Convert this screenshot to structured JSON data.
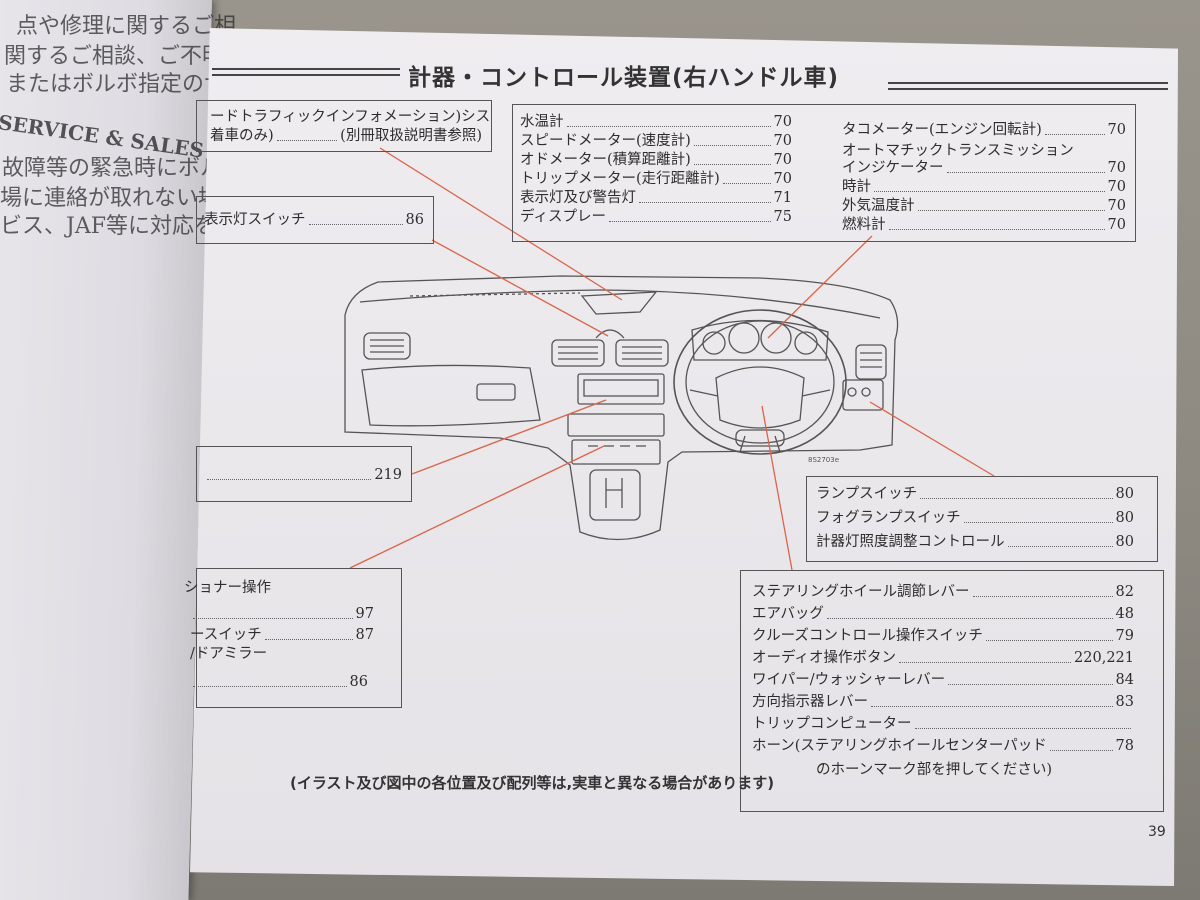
{
  "left_page": {
    "lines": [
      "点や修理に関するご相",
      "関するご相談、ご不明",
      "またはボルボ指定のサービス"
    ],
    "english_line": "SERVICE & SALES NETWO",
    "lines_2": [
      "故障等の緊急時にボル",
      "場に連絡が取れない場合",
      "ビス、JAF等に対応を依頼"
    ]
  },
  "header": {
    "title": "計器・コントロール装置(右ハンドル車)"
  },
  "callouts": {
    "traffic_info": {
      "line1": "ードトラフィックインフォメーション)シス",
      "line2_label": "着車のみ)",
      "line2_ref": "(別冊取扱説明書参照)"
    },
    "hazard_switch": {
      "label": "表示灯スイッチ",
      "page": "86"
    },
    "instruments": {
      "left": [
        {
          "label": "水温計",
          "page": "70"
        },
        {
          "label": "スピードメーター(速度計)",
          "page": "70"
        },
        {
          "label": "オドメーター(積算距離計)",
          "page": "70"
        },
        {
          "label": "トリップメーター(走行距離計)",
          "page": "70"
        },
        {
          "label": "表示灯及び警告灯",
          "page": "71"
        },
        {
          "label": "ディスプレー",
          "page": "75"
        }
      ],
      "right": [
        {
          "label": "タコメーター(エンジン回転計)",
          "page": "70"
        },
        {
          "label": "オートマチックトランスミッション",
          "page": ""
        },
        {
          "label": "インジケーター",
          "page": "70"
        },
        {
          "label": "時計",
          "page": "70"
        },
        {
          "label": "外気温度計",
          "page": "70"
        },
        {
          "label": "燃料計",
          "page": "70"
        }
      ]
    },
    "item_219": {
      "label": "",
      "page": "219"
    },
    "climate": {
      "heading": "ショナー操作",
      "rows": [
        {
          "label": "",
          "page": "97"
        },
        {
          "label": "ースイッチ",
          "page": "87"
        },
        {
          "label": "/ドアミラー",
          "page": ""
        },
        {
          "label": "",
          "page": "86"
        }
      ]
    },
    "lamps": [
      {
        "label": "ランプスイッチ",
        "page": "80"
      },
      {
        "label": "フォグランプスイッチ",
        "page": "80"
      },
      {
        "label": "計器灯照度調整コントロール",
        "page": "80"
      }
    ],
    "steering": [
      {
        "label": "ステアリングホイール調節レバー",
        "page": "82"
      },
      {
        "label": "エアバッグ",
        "page": "48"
      },
      {
        "label": "クルーズコントロール操作スイッチ",
        "page": "79"
      },
      {
        "label": "オーディオ操作ボタン",
        "page": "220,221"
      },
      {
        "label": "ワイパー/ウォッシャーレバー",
        "page": "84"
      },
      {
        "label": "方向指示器レバー",
        "page": "83"
      },
      {
        "label": "トリップコンピューター",
        "page": ""
      },
      {
        "label": "ホーン(ステアリングホイールセンターパッド",
        "page": "78"
      }
    ],
    "steering_last": "のホーンマーク部を押してください)"
  },
  "illustration": {
    "code": "8S2703e"
  },
  "footnote": "(イラスト及び図中の各位置及び配列等は,実車と異なる場合があります)",
  "page_number": "39",
  "colors": {
    "leader": "#d9654a",
    "ink": "#2e2e2e",
    "paper": "#ecebee"
  }
}
